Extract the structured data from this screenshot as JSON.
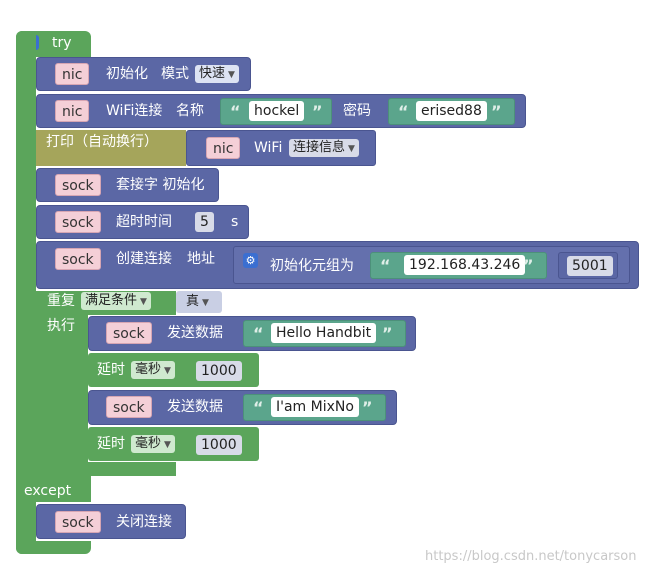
{
  "try_block": {
    "label": "try"
  },
  "except_block": {
    "label": "except"
  },
  "stmt_nic_init": {
    "var": "nic",
    "text": "初始化",
    "mode_label": "模式",
    "mode_value": "快速"
  },
  "stmt_wifi_connect": {
    "var": "nic",
    "text": "WiFi连接",
    "name_label": "名称",
    "ssid": "hockel",
    "pwd_label": "密码",
    "password": "erised88"
  },
  "stmt_print": {
    "label": "打印（自动换行）",
    "var": "nic",
    "text": "WiFi",
    "info_value": "连接信息"
  },
  "stmt_sock_init": {
    "var": "sock",
    "text": "套接字 初始化"
  },
  "stmt_timeout": {
    "var": "sock",
    "text": "超时时间",
    "value": "5",
    "unit": "s"
  },
  "stmt_connect": {
    "var": "sock",
    "text": "创建连接",
    "addr_label": "地址",
    "tuple_label": "初始化元组为",
    "ip": "192.168.43.246",
    "port": "5001"
  },
  "stmt_loop": {
    "repeat_label": "重复",
    "condition_mode": "满足条件",
    "condition_value": "真",
    "do_label": "执行"
  },
  "stmt_send1": {
    "var": "sock",
    "text": "发送数据",
    "payload": "Hello Handbit"
  },
  "stmt_delay1": {
    "label": "延时",
    "unit": "毫秒",
    "value": "1000"
  },
  "stmt_send2": {
    "var": "sock",
    "text": "发送数据",
    "payload": "I'am MixNo"
  },
  "stmt_delay2": {
    "label": "延时",
    "unit": "毫秒",
    "value": "1000"
  },
  "stmt_close": {
    "var": "sock",
    "text": "关闭连接"
  },
  "watermark": "https://blog.csdn.net/tonycarson",
  "colors": {
    "control": "#5ba55b",
    "network": "#5b67a5",
    "print": "#a5a55b",
    "text": "#5ba58c",
    "variable": "#f4cfd7"
  }
}
